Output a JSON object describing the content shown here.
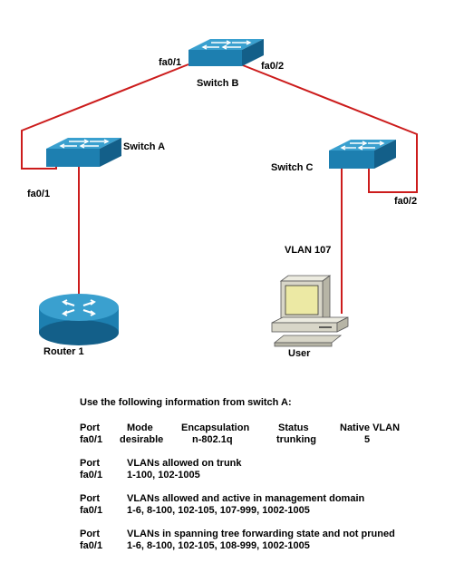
{
  "devices": {
    "switch_b": "Switch B",
    "switch_a": "Switch A",
    "switch_c": "Switch C",
    "router": "Router 1",
    "user": "User"
  },
  "ports": {
    "b_left": "fa0/1",
    "b_right": "fa0/2",
    "a_port": "fa0/1",
    "c_port": "fa0/2"
  },
  "vlan_label": "VLAN 107",
  "info": {
    "intro": "Use the following information from switch A:",
    "table1": {
      "headers": [
        "Port",
        "Mode",
        "Encapsulation",
        "Status",
        "Native VLAN"
      ],
      "row": [
        "fa0/1",
        "desirable",
        "n-802.1q",
        "trunking",
        "5"
      ]
    },
    "table2": {
      "headers": [
        "Port",
        "VLANs allowed on trunk"
      ],
      "row": [
        "fa0/1",
        "1-100, 102-1005"
      ]
    },
    "table3": {
      "headers": [
        "Port",
        "VLANs allowed and active in management domain"
      ],
      "row": [
        "fa0/1",
        "1-6, 8-100, 102-105, 107-999, 1002-1005"
      ]
    },
    "table4": {
      "headers": [
        "Port",
        "VLANs in spanning tree forwarding state and not pruned"
      ],
      "row": [
        "fa0/1",
        "1-6, 8-100, 102-105, 108-999, 1002-1005"
      ]
    }
  },
  "colors": {
    "link": "#cc1c1c",
    "switch_top": "#3aa0cf",
    "switch_front": "#1d7fb0",
    "switch_side": "#135f89",
    "pc_body": "#d8d6c8",
    "pc_screen": "#ece9a4"
  }
}
